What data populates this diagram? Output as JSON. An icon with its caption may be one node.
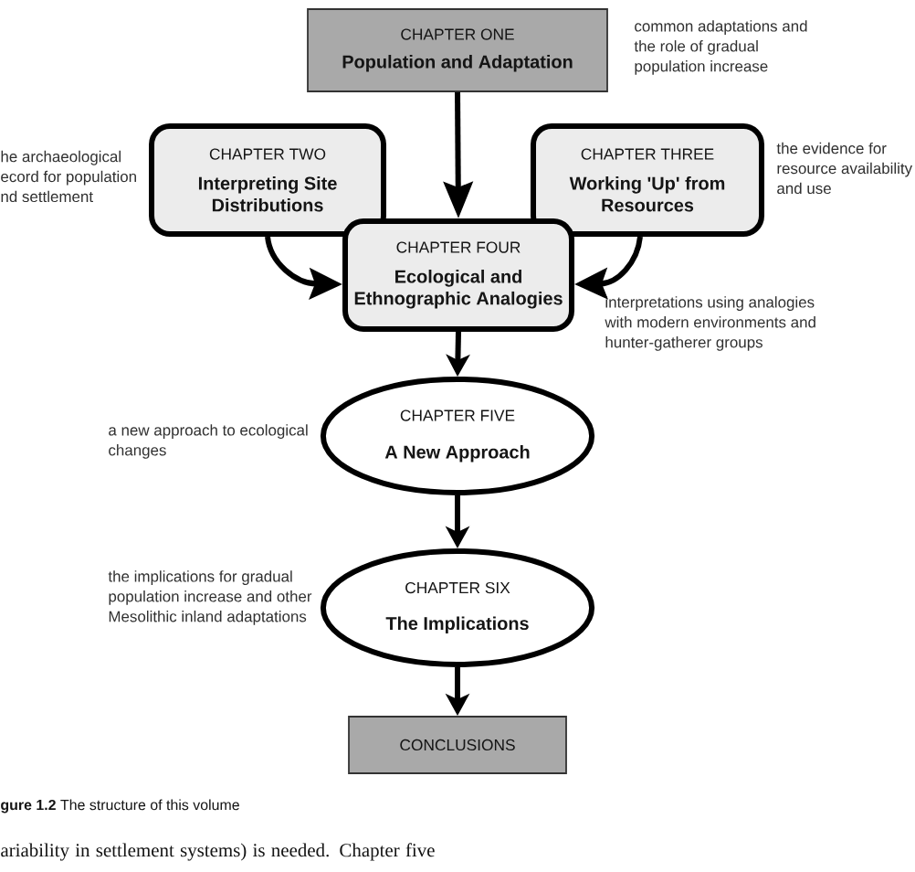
{
  "diagram": {
    "caption": "**gure 1.2** The structure of this volume",
    "nodes": [
      {
        "text": [
          "CHAPTER ONE",
          "Population and Adaptation"
        ],
        "beside": [
          "common adaptations and the role of gradual population increase"
        ]
      },
      {
        "text": [
          "CHAPTER TWO",
          "Interpreting Site Distributions"
        ],
        "beside": [
          "he archaeological ecord for population nd settlement"
        ]
      },
      {
        "text": [
          "CHAPTER THREE",
          "Working 'Up' from Resources"
        ],
        "beside": [
          "the evidence for resource availability and use"
        ]
      },
      {
        "text": [
          "CHAPTER FOUR",
          "Ecological and Ethnographic Analogies"
        ],
        "beside": [
          "interpretations using analogies with modern environments and hunter-gatherer groups"
        ]
      },
      {
        "text": [
          "CHAPTER FIVE",
          "A New Approach"
        ],
        "beside": [
          "a new approach to ecological changes"
        ]
      },
      {
        "text": [
          "CHAPTER SIX",
          "The Implications"
        ],
        "beside": [
          "the implications for gradual population increase and other Mesolithic inland adaptations"
        ]
      },
      {
        "text": [
          "CONCLUSIONS"
        ]
      }
    ],
    "edges": [
      {
        "from": 0,
        "to": 3,
        "arrow": "to"
      },
      {
        "from": 1,
        "to": 3,
        "arrow": "to"
      },
      {
        "from": 2,
        "to": 3,
        "arrow": "to"
      },
      {
        "from": 3,
        "to": 4,
        "arrow": "to"
      },
      {
        "from": 4,
        "to": 5,
        "arrow": "to"
      },
      {
        "from": 5,
        "to": 6,
        "arrow": "to"
      }
    ],
    "labels": [
      "ariability in settlement systems) is needed. Chapter five"
    ]
  }
}
